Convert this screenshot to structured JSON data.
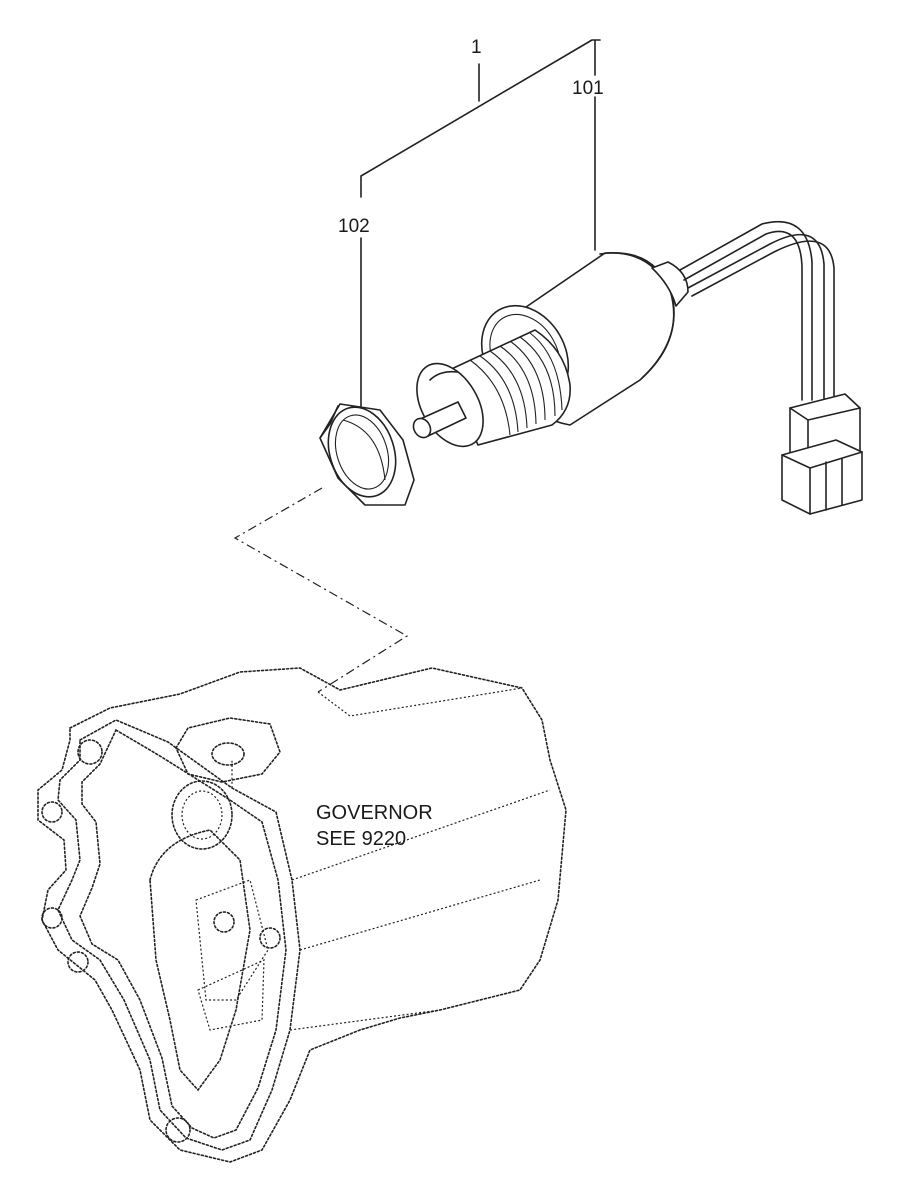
{
  "callouts": {
    "assembly": "1",
    "solenoid": "101",
    "nut": "102"
  },
  "note": {
    "line1": "GOVERNOR",
    "line2": "SEE 9220"
  },
  "colors": {
    "ink": "#1a1a1a",
    "background": "#ffffff"
  }
}
